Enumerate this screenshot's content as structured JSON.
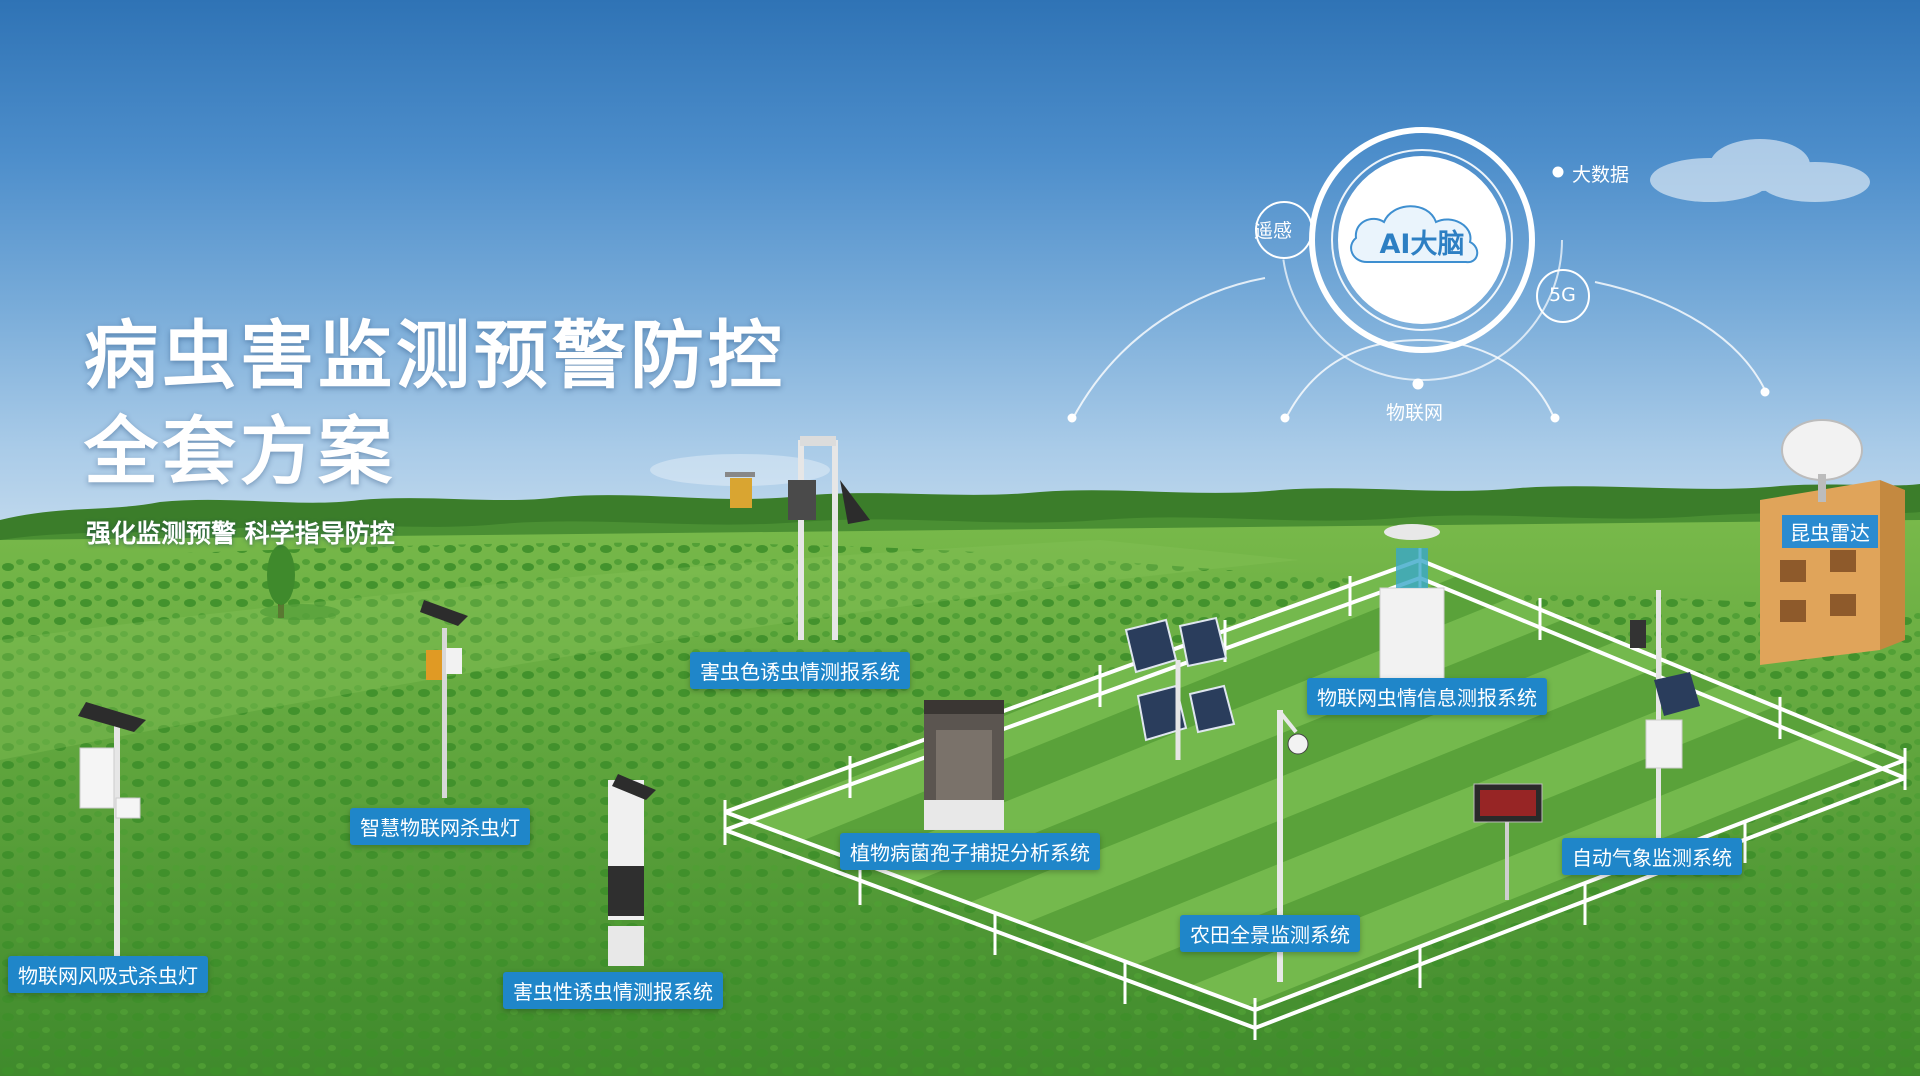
{
  "headline": {
    "line1": "病虫害监测预警防控",
    "line2": "全套方案",
    "slogan": "强化监测预警 科学指导防控"
  },
  "hub": {
    "center": "AI大脑",
    "nodes": {
      "remote_sensing": "遥感",
      "big_data": "大数据",
      "five_g": "5G",
      "iot": "物联网"
    }
  },
  "devices": {
    "color_trap": "害虫色诱虫情测报系统",
    "smart_lamp": "智慧物联网杀虫灯",
    "wind_lamp": "物联网风吸式杀虫灯",
    "pheromone_trap": "害虫性诱虫情测报系统",
    "spore_catcher": "植物病菌孢子捕捉分析系统",
    "pest_info": "物联网虫情信息测报系统",
    "field_camera": "农田全景监测系统",
    "weather_station": "自动气象监测系统",
    "insect_radar": "昆虫雷达"
  },
  "colors": {
    "sky_top": "#2f73b5",
    "grass": "#5fa83a",
    "tag_blue": "#1f86c9"
  }
}
